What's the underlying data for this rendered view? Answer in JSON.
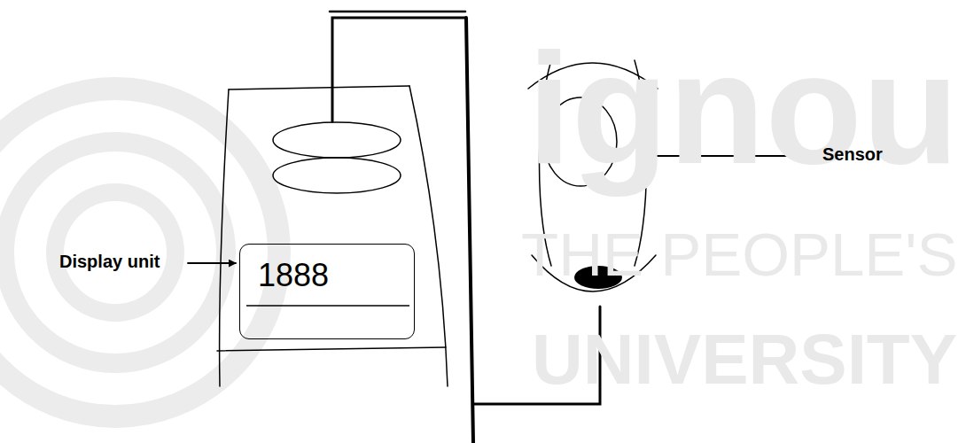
{
  "diagram": {
    "nodes": [
      {
        "text": [
          "1888"
        ]
      }
    ],
    "labels": [
      "Display unit",
      "Sensor",
      "ignou",
      "THE PEOPLE'S",
      "UNIVERSITY"
    ]
  }
}
